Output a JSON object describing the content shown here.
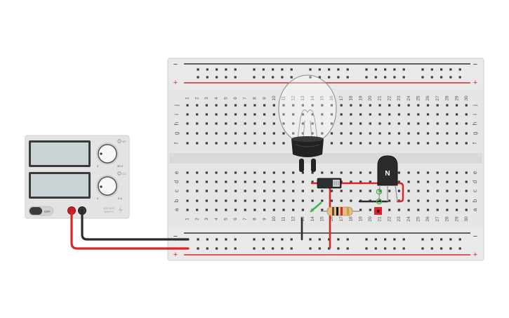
{
  "power_supply": {
    "toggle_label": "OFF",
    "knob_top_min": "0",
    "knob_top_max": "30 V",
    "knob_bottom_min": "0",
    "knob_bottom_max": "5 A",
    "voltage_tag": "VC",
    "current_tag": "CC",
    "brand_label_line1": "VOLTAGE",
    "brand_label_line2": "SUPPLY"
  },
  "breadboard": {
    "columns": [
      "1",
      "2",
      "3",
      "4",
      "5",
      "6",
      "7",
      "8",
      "9",
      "10",
      "11",
      "12",
      "13",
      "14",
      "15",
      "16",
      "17",
      "18",
      "19",
      "20",
      "21",
      "22",
      "23",
      "24",
      "25",
      "26",
      "27",
      "28",
      "29",
      "30"
    ],
    "rows_top": [
      "j",
      "i",
      "h",
      "g",
      "f"
    ],
    "rows_bottom": [
      "e",
      "d",
      "c",
      "b",
      "a"
    ],
    "rail_minus": "−",
    "rail_plus": "+"
  },
  "transistor": {
    "label": "N"
  },
  "colors": {
    "wire_red": "#d8262b",
    "wire_black": "#2b2b2b",
    "wire_green": "#43b649",
    "board": "#e6e6e6",
    "bulb_base": "#222222"
  }
}
